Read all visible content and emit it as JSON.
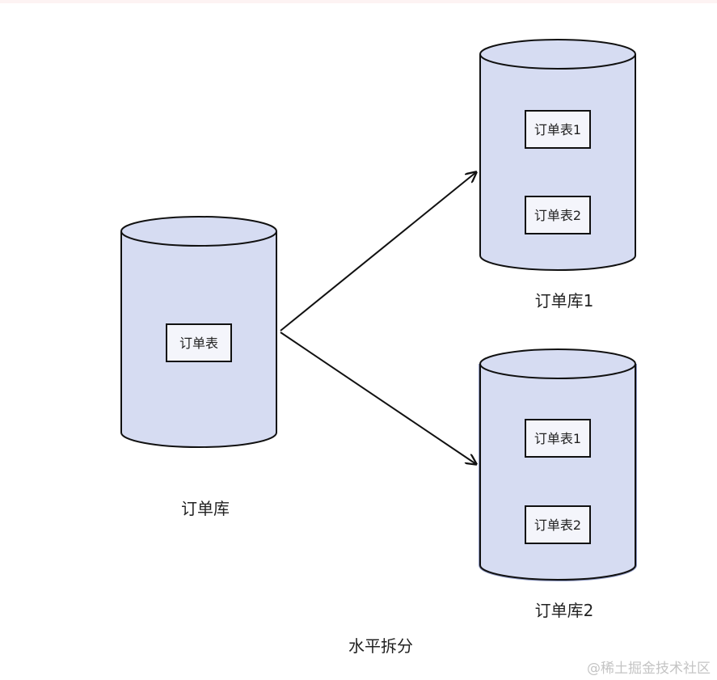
{
  "source_db": {
    "label": "订单库",
    "tables": [
      "订单表"
    ]
  },
  "target_dbs": [
    {
      "label": "订单库1",
      "tables": [
        "订单表1",
        "订单表2"
      ]
    },
    {
      "label": "订单库2",
      "tables": [
        "订单表1",
        "订单表2"
      ]
    }
  ],
  "caption": "水平拆分",
  "watermark": "@稀土掘金技术社区",
  "colors": {
    "cylinder_fill": "#d6dcf2",
    "outline": "#111111",
    "table_fill": "#f4f5fb"
  }
}
